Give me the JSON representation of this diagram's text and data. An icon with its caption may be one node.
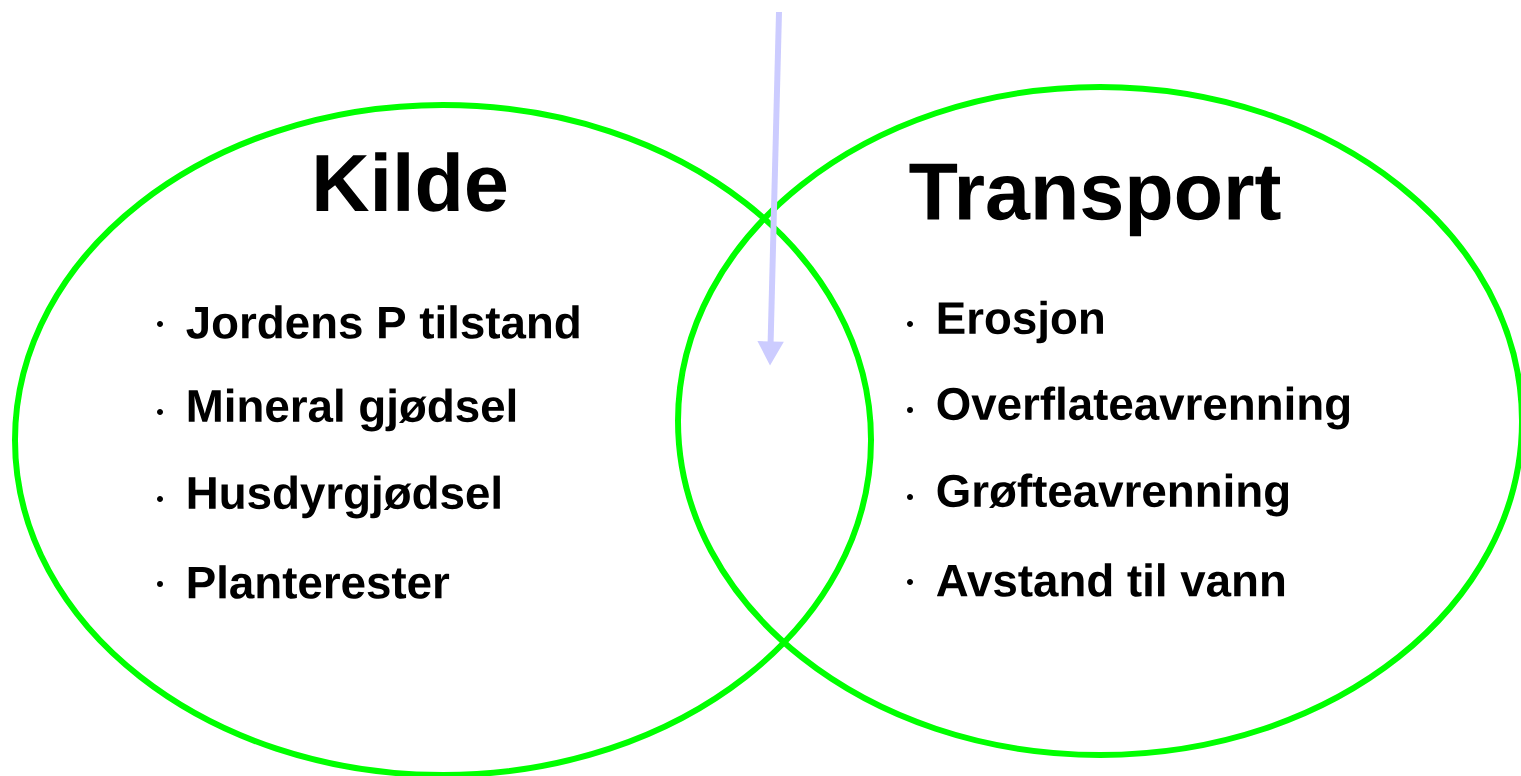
{
  "diagram": {
    "nodes": [
      {
        "text": [
          "Kilde",
          "Jordens P tilstand",
          "Mineral gjødsel",
          "Husdyrgjødsel",
          "Planterester"
        ]
      },
      {
        "text": [
          "Transport",
          "Erosjon",
          "Overflateavrenning",
          "Grøfteavrenning",
          "Avstand til vann"
        ]
      }
    ]
  }
}
